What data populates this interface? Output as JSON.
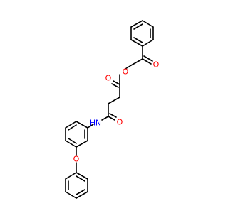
{
  "colors": {
    "bond": "#000000",
    "oxygen": "#ff0000",
    "nitrogen": "#0000ff",
    "hydrogen_on_n": "#0000ff"
  },
  "atoms": {
    "o_ketone": "O",
    "o_ester_carbonyl": "O",
    "o_ester": "O",
    "o_amide": "O",
    "n_amide": "N",
    "h_amide": "H",
    "o_ether": "O"
  }
}
